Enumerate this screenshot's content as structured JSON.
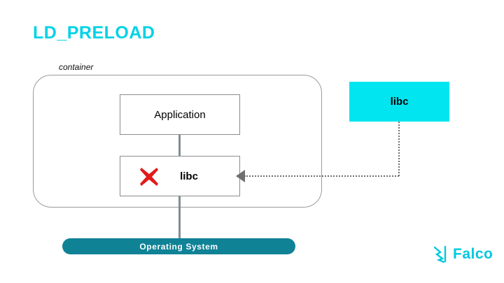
{
  "slide": {
    "title": "LD_PRELOAD",
    "container_label": "container",
    "boxes": {
      "application": "Application",
      "libc_inner": "libc",
      "libc_outer": "libc",
      "operating_system": "Operating System"
    },
    "icons": {
      "blocked": "red-x-icon",
      "arrow": "arrow-left-icon"
    },
    "logo": {
      "text": "Falco",
      "mark": "falco-bird-icon"
    },
    "colors": {
      "title": "#00d2e6",
      "libc_outer_bg": "#00e5f0",
      "os_pill_bg": "#0f8296",
      "blocked": "#e01b1b",
      "connector": "#808e95",
      "logo": "#00c8e0"
    }
  }
}
